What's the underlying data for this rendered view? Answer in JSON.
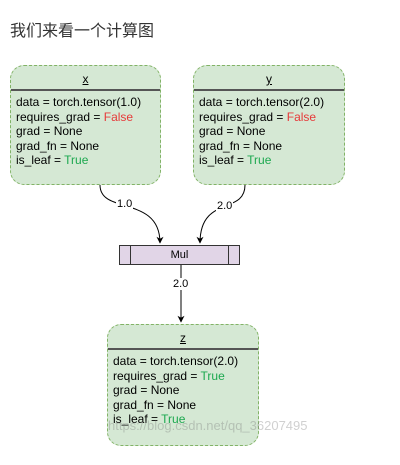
{
  "heading": "我们来看一个计算图",
  "nodes": {
    "x": {
      "title": "x",
      "data_key": "data",
      "data_val": "torch.tensor(1.0)",
      "req_key": "requires_grad",
      "req_val": "False",
      "grad_key": "grad",
      "grad_val": "None",
      "gradfn_key": "grad_fn",
      "gradfn_val": "None",
      "leaf_key": "is_leaf",
      "leaf_val": "True"
    },
    "y": {
      "title": "y",
      "data_key": "data",
      "data_val": "torch.tensor(2.0)",
      "req_key": "requires_grad",
      "req_val": "False",
      "grad_key": "grad",
      "grad_val": "None",
      "gradfn_key": "grad_fn",
      "gradfn_val": "None",
      "leaf_key": "is_leaf",
      "leaf_val": "True"
    },
    "z": {
      "title": "z",
      "data_key": "data",
      "data_val": "torch.tensor(2.0)",
      "req_key": "requires_grad",
      "req_val": "True",
      "grad_key": "grad",
      "grad_val": "None",
      "gradfn_key": "grad_fn",
      "gradfn_val": "None",
      "leaf_key": "is_leaf",
      "leaf_val": "True"
    }
  },
  "op": {
    "label": "Mul"
  },
  "edges": {
    "x_to_mul": "1.0",
    "y_to_mul": "2.0",
    "mul_to_z": "2.0"
  },
  "watermark": "https://blog.csdn.net/qq_36207495",
  "colors": {
    "node_fill": "#d5e8d4",
    "node_border": "#82b366",
    "op_fill": "#e1d5e7",
    "false_color": "#e63a3a",
    "true_color": "#1ca84f"
  }
}
